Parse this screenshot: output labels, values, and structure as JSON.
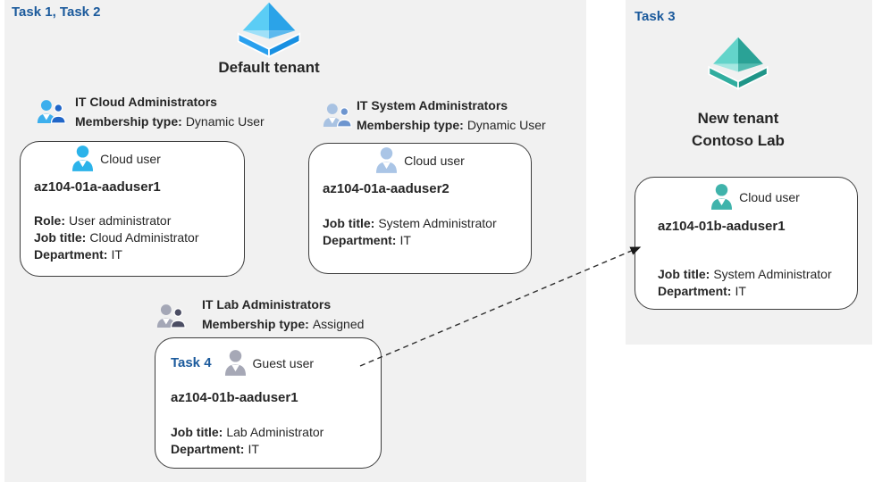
{
  "tasks": {
    "task_1_2": "Task 1, Task 2",
    "task_3": "Task 3",
    "task_4": "Task 4"
  },
  "default_tenant": {
    "title": "Default tenant",
    "groups": [
      {
        "title": "IT Cloud Administrators",
        "membership_label": "Membership type:",
        "membership_value": "Dynamic User"
      },
      {
        "title": "IT System Administrators",
        "membership_label": "Membership type:",
        "membership_value": "Dynamic User"
      },
      {
        "title": "IT Lab Administrators",
        "membership_label": "Membership type:",
        "membership_value": "Assigned"
      }
    ]
  },
  "new_tenant": {
    "title_line1": "New tenant",
    "title_line2": "Contoso Lab"
  },
  "cards": [
    {
      "user_type": "Cloud user",
      "name": "az104-01a-aaduser1",
      "fields": [
        {
          "label": "Role:",
          "value": "User administrator"
        },
        {
          "label": "Job title:",
          "value": "Cloud Administrator"
        },
        {
          "label": "Department:",
          "value": "IT"
        }
      ]
    },
    {
      "user_type": "Cloud user",
      "name": "az104-01a-aaduser2",
      "fields": [
        {
          "label": "Job title:",
          "value": "System Administrator"
        },
        {
          "label": "Department:",
          "value": "IT"
        }
      ]
    },
    {
      "user_type": "Guest user",
      "name": "az104-01b-aaduser1",
      "fields": [
        {
          "label": "Job title:",
          "value": "Lab Administrator"
        },
        {
          "label": "Department:",
          "value": "IT"
        }
      ]
    },
    {
      "user_type": "Cloud user",
      "name": "az104-01b-aaduser1",
      "fields": [
        {
          "label": "Job title:",
          "value": "System Administrator"
        },
        {
          "label": "Department:",
          "value": "IT"
        }
      ]
    }
  ],
  "colors": {
    "panel_bg": "#f1f1f1",
    "card_bg": "#ffffff",
    "card_border": "#3d3d3d",
    "text": "#262626",
    "task_label_blue": "#1b5a9c",
    "arrow": "#2e2e2e"
  },
  "icons": {
    "default_tenant_diamond": {
      "face_tl": "#5bcdf5",
      "face_tr": "#2ba3e8",
      "face_bl": "#9fe0f8",
      "face_br": "#5cb9ee",
      "band_l": "#2aa0ee",
      "band_r": "#1890e2"
    },
    "new_tenant_diamond": {
      "face_tl": "#63d4ca",
      "face_tr": "#2aa296",
      "face_bl": "#a5e7e1",
      "face_br": "#52bcb1",
      "band_l": "#30ad9f",
      "band_r": "#1f9588"
    },
    "group_cloud": {
      "big": "#3dafed",
      "small": "#2166c8"
    },
    "group_system": {
      "big": "#a8c2e2",
      "small": "#6d95cf"
    },
    "group_lab": {
      "big": "#a4a7b6",
      "small": "#4c4e64"
    },
    "user_cloud_1": "#2bb3ea",
    "user_cloud_2": "#aac5e6",
    "user_guest": "#a6a8b6",
    "user_cloud_teal": "#3fb3ab"
  }
}
